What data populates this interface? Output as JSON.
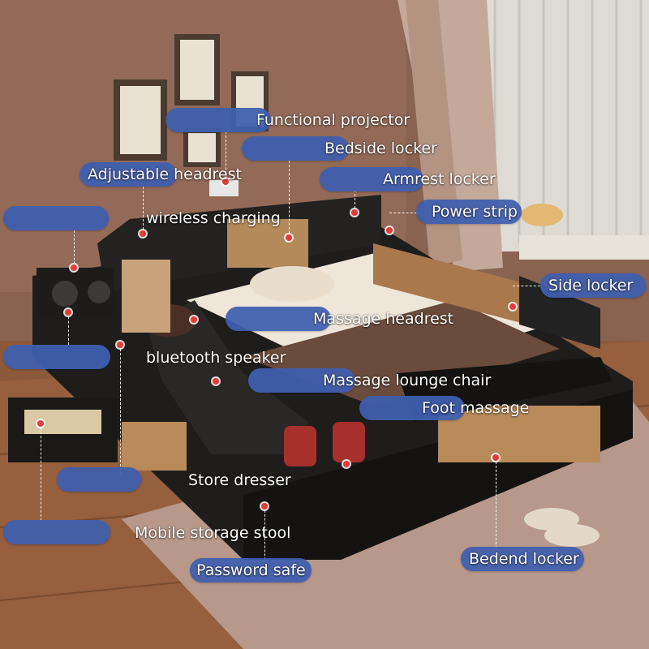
{
  "labels": {
    "functional_projector": "Functional projector",
    "bedside_locker": "Bedside locker",
    "adjustable_headrest": "Adjustable headrest",
    "armrest_locker": "Armrest locker",
    "wireless_charging": "wireless charging",
    "power_strip": "Power strip",
    "side_locker": "Side locker",
    "massage_headrest": "Massage headrest",
    "bluetooth_speaker": "bluetooth speaker",
    "massage_lounge_chair": "Massage lounge chair",
    "foot_massage": "Foot massage",
    "store_dresser": "Store dresser",
    "mobile_storage_stool": "Mobile storage stool",
    "password_safe": "Password safe",
    "bedend_locker": "Bedend locker"
  },
  "colors": {
    "callout_blue": "#3f5fb0",
    "marker_red": "#e63a3a",
    "wall": "#8a6250",
    "leather": "#1f1d1c",
    "wood_floor": "#8c5a3a",
    "rug": "#b7988a"
  }
}
